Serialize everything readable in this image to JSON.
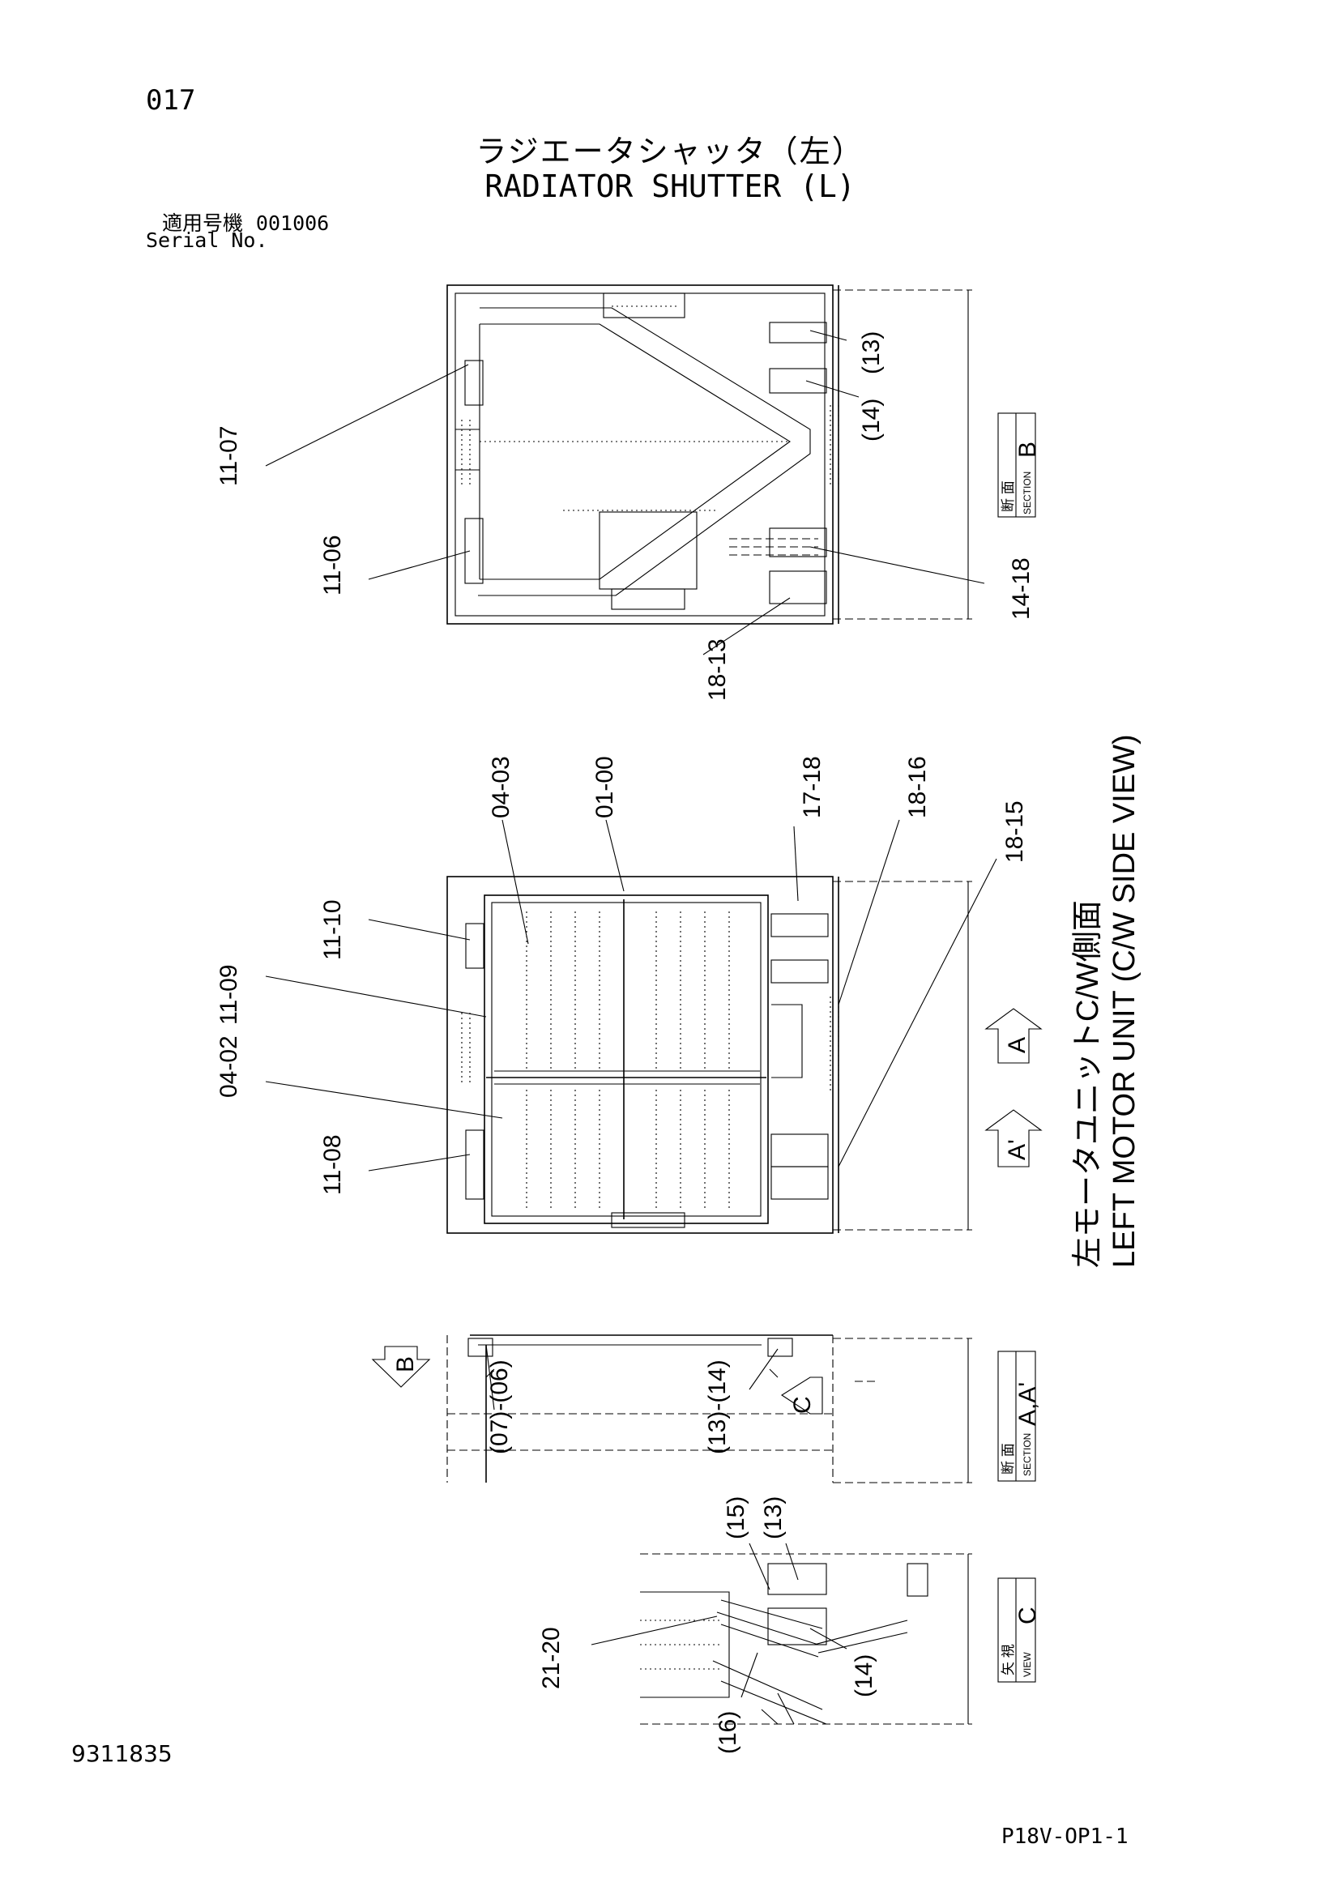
{
  "header": {
    "page_number": "017",
    "title_jp": "ラジエータシャッタ（左）",
    "title_en": "RADIATOR SHUTTER (L)",
    "serial_label_jp": "適用号機",
    "serial_value": "001006",
    "serial_label_en": "Serial No."
  },
  "footer": {
    "drawing_number": "9311835",
    "sheet_code": "P18V-OP1-1"
  },
  "section_b": {
    "box_jp": "断 面",
    "box_en": "SECTION",
    "box_letter": "B",
    "labels": {
      "l_1107": "11-07",
      "l_1106": "11-06",
      "l_13": "(13)",
      "l_14": "(14)",
      "l_1418": "14-18",
      "l_1813": "18-13"
    }
  },
  "main_view": {
    "labels": {
      "l_0403": "04-03",
      "l_0100": "01-00",
      "l_1718": "17-18",
      "l_1816": "18-16",
      "l_1815": "18-15",
      "l_1110": "11-10",
      "l_1109": "11-09",
      "l_0402": "04-02",
      "l_1108": "11-08"
    },
    "arrow_a": "A",
    "arrow_a_prime": "A'",
    "caption_jp": "左モータユニットC/W側面",
    "caption_en": "LEFT MOTOR UNIT (C/W SIDE VIEW)"
  },
  "section_aa": {
    "arrow_b": "B",
    "arrow_c": "C",
    "box_jp": "断 面",
    "box_en": "SECTION",
    "box_letter": "A,A'",
    "labels": {
      "l_0706": "(07)-(06)",
      "l_1314": "(13)-(14)"
    }
  },
  "view_c": {
    "box_jp": "矢 視",
    "box_en": "VIEW",
    "box_letter": "C",
    "labels": {
      "l_15": "(15)",
      "l_13": "(13)",
      "l_14": "(14)",
      "l_16": "(16)",
      "l_2120": "21-20"
    }
  }
}
